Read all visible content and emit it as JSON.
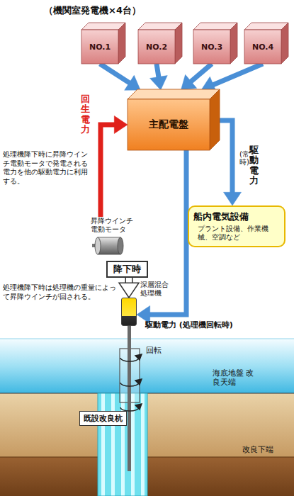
{
  "diagram": {
    "title": "（機関室発電機×4台）",
    "nodes": [
      {
        "text": [
          "NO.1"
        ]
      },
      {
        "text": [
          "NO.2"
        ]
      },
      {
        "text": [
          "NO.3"
        ]
      },
      {
        "text": [
          "NO.4"
        ]
      },
      {
        "text": [
          "主配電盤"
        ]
      },
      {
        "text": [
          "船内電気設備",
          "プラント設備、作業機械、空調など"
        ]
      },
      {
        "text": [
          "昇降ウインチ 電動モータ"
        ]
      },
      {
        "text": [
          "降下時"
        ]
      },
      {
        "text": [
          "深層混合 処理機"
        ]
      },
      {
        "text": [
          "既設改良杭"
        ]
      }
    ],
    "edges": [
      {
        "from": 0,
        "to": 4,
        "arrow": "to"
      },
      {
        "from": 1,
        "to": 4,
        "arrow": "to"
      },
      {
        "from": 2,
        "to": 4,
        "arrow": "to"
      },
      {
        "from": 3,
        "to": 4,
        "arrow": "to"
      },
      {
        "from": 6,
        "to": 4,
        "arrow": "to",
        "label": "回生電力"
      },
      {
        "from": 4,
        "to": 5,
        "arrow": "to",
        "label": "駆動電力"
      },
      {
        "from": 4,
        "to": 8,
        "arrow": "to",
        "label": "駆動電力 (処理機回転時)"
      },
      {
        "from": 7,
        "to": 8,
        "arrow": "to"
      }
    ],
    "labels": [
      "処理機降下時に昇降ウインチ電動モータで発電される電力を他の駆動電力に利用する。",
      "(常時)",
      "処理機降下時は処理機の重量によって昇降ウインチが回される。",
      "回転",
      "海底地盤 改良天端",
      "改良下端"
    ]
  }
}
